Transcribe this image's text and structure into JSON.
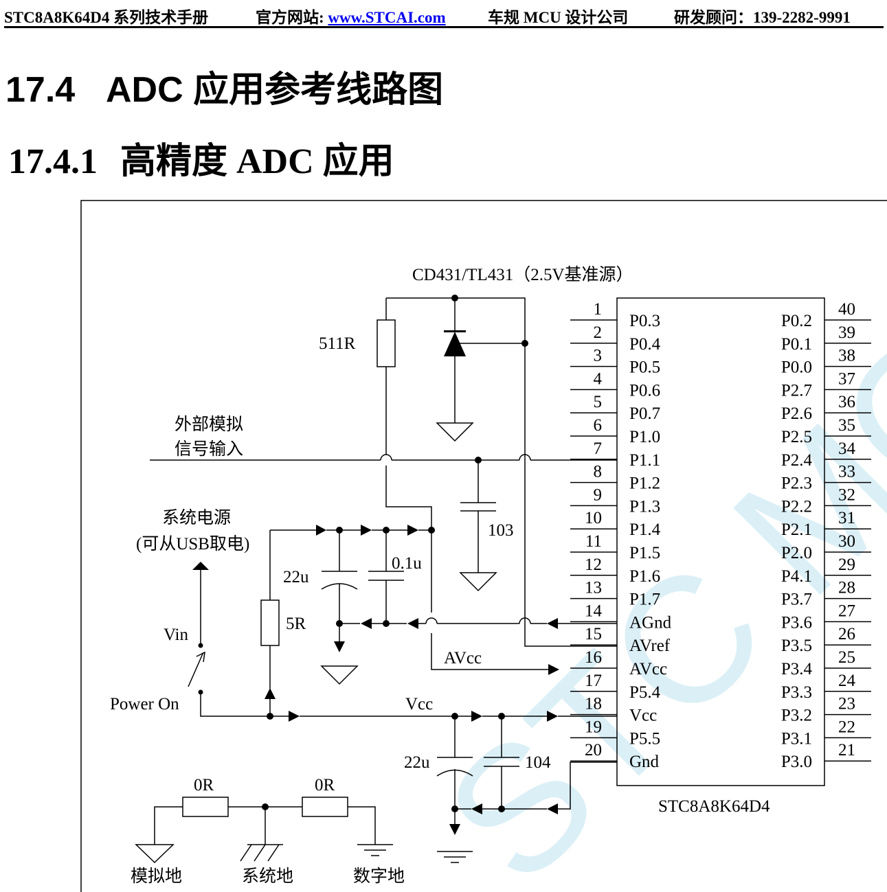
{
  "header": {
    "manual": "STC8A8K64D4 系列技术手册",
    "site_label": "官方网站: ",
    "site_url": "www.STCAI.com",
    "company": "车规 MCU 设计公司",
    "consult": "研发顾问：139-2282-9991"
  },
  "section": {
    "number": "17.4",
    "title": "ADC 应用参考线路图"
  },
  "subsection": {
    "number": "17.4.1",
    "title": "高精度 ADC 应用"
  },
  "schematic": {
    "ref_label": "CD431/TL431（2.5V基准源）",
    "r511": "511R",
    "analog_in_line1": "外部模拟",
    "analog_in_line2": "信号输入",
    "c103": "103",
    "power_line1": "系统电源",
    "power_line2": "(可从USB取电)",
    "c22u_a": "22u",
    "c01u": "0.1u",
    "r5": "5R",
    "vin": "Vin",
    "power_on": "Power On",
    "avcc_net": "AVcc",
    "vcc_net": "Vcc",
    "c22u_b": "22u",
    "c104": "104",
    "r0_a": "0R",
    "r0_b": "0R",
    "gnd_analog": "模拟地",
    "gnd_system": "系统地",
    "gnd_digital": "数字地",
    "chip_name": "STC8A8K64D4",
    "watermark": "STC MCU",
    "left_pins": [
      {
        "n": "1",
        "name": "P0.3"
      },
      {
        "n": "2",
        "name": "P0.4"
      },
      {
        "n": "3",
        "name": "P0.5"
      },
      {
        "n": "4",
        "name": "P0.6"
      },
      {
        "n": "5",
        "name": "P0.7"
      },
      {
        "n": "6",
        "name": "P1.0"
      },
      {
        "n": "7",
        "name": "P1.1"
      },
      {
        "n": "8",
        "name": "P1.2"
      },
      {
        "n": "9",
        "name": "P1.3"
      },
      {
        "n": "10",
        "name": "P1.4"
      },
      {
        "n": "11",
        "name": "P1.5"
      },
      {
        "n": "12",
        "name": "P1.6"
      },
      {
        "n": "13",
        "name": "P1.7"
      },
      {
        "n": "14",
        "name": "AGnd"
      },
      {
        "n": "15",
        "name": "AVref"
      },
      {
        "n": "16",
        "name": "AVcc"
      },
      {
        "n": "17",
        "name": "P5.4"
      },
      {
        "n": "18",
        "name": "Vcc"
      },
      {
        "n": "19",
        "name": "P5.5"
      },
      {
        "n": "20",
        "name": "Gnd"
      }
    ],
    "right_pins": [
      {
        "n": "40",
        "name": "P0.2"
      },
      {
        "n": "39",
        "name": "P0.1"
      },
      {
        "n": "38",
        "name": "P0.0"
      },
      {
        "n": "37",
        "name": "P2.7"
      },
      {
        "n": "36",
        "name": "P2.6"
      },
      {
        "n": "35",
        "name": "P2.5"
      },
      {
        "n": "34",
        "name": "P2.4"
      },
      {
        "n": "33",
        "name": "P2.3"
      },
      {
        "n": "32",
        "name": "P2.2"
      },
      {
        "n": "31",
        "name": "P2.1"
      },
      {
        "n": "30",
        "name": "P2.0"
      },
      {
        "n": "29",
        "name": "P4.1"
      },
      {
        "n": "28",
        "name": "P3.7"
      },
      {
        "n": "27",
        "name": "P3.6"
      },
      {
        "n": "26",
        "name": "P3.5"
      },
      {
        "n": "25",
        "name": "P3.4"
      },
      {
        "n": "24",
        "name": "P3.3"
      },
      {
        "n": "23",
        "name": "P3.2"
      },
      {
        "n": "22",
        "name": "P3.1"
      },
      {
        "n": "21",
        "name": "P3.0"
      }
    ]
  }
}
